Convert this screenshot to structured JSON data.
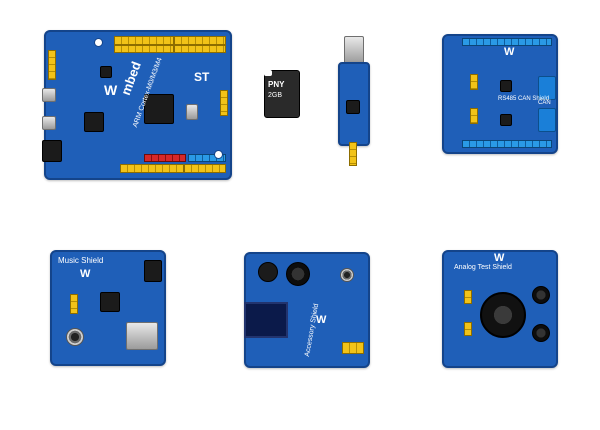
{
  "products": {
    "mbed_board": {
      "brand_label": "mbed",
      "cpu_label": "ARM Cortex-M0/M3/M4",
      "icon": "waveshare-logo",
      "st_icon": "st-logo"
    },
    "micro_sd": {
      "brand_label": "PNY",
      "capacity_label": "2GB"
    },
    "rs485_can_shield": {
      "title_label": "RS485 CAN Shield",
      "can_label": "CAN",
      "icon": "waveshare-logo"
    },
    "music_shield": {
      "title_label": "Music Shield",
      "icon": "waveshare-logo"
    },
    "accessory_shield": {
      "title_label": "Accessory Shield",
      "icon": "waveshare-logo"
    },
    "analog_test_shield": {
      "title_label": "Analog Test Shield",
      "icon": "waveshare-logo"
    }
  },
  "colors": {
    "pcb_blue": "#1f5fb8",
    "header_yellow": "#f2c318",
    "header_red": "#d62828",
    "header_blue": "#2a9ae6",
    "background": "#ffffff"
  }
}
